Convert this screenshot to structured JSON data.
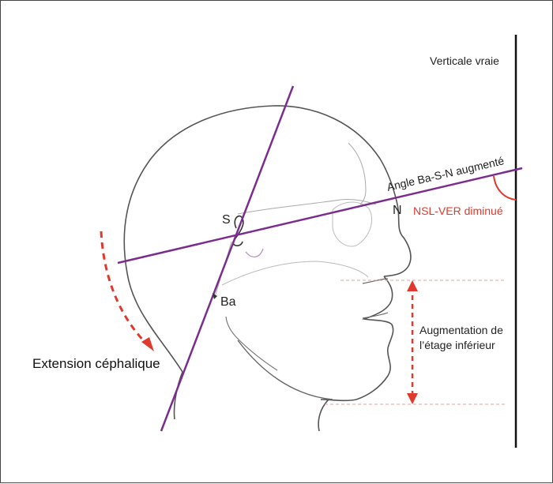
{
  "labels": {
    "vertical": "Verticale vraie",
    "angle_basn": "Angle Ba-S-N augmenté",
    "n_point": "N",
    "s_point": "S",
    "ba_point": "Ba",
    "nsl_ver": "NSL-VER diminué",
    "extension": "Extension céphalique",
    "augmentation_line1": "Augmentation de",
    "augmentation_line2": "l’étage inférieur"
  },
  "colors": {
    "purple": "#7b2d8e",
    "red": "#e03a2f",
    "outline": "#555555",
    "faint": "#9a9a9a",
    "dashed_guide": "#e0a3a3"
  }
}
